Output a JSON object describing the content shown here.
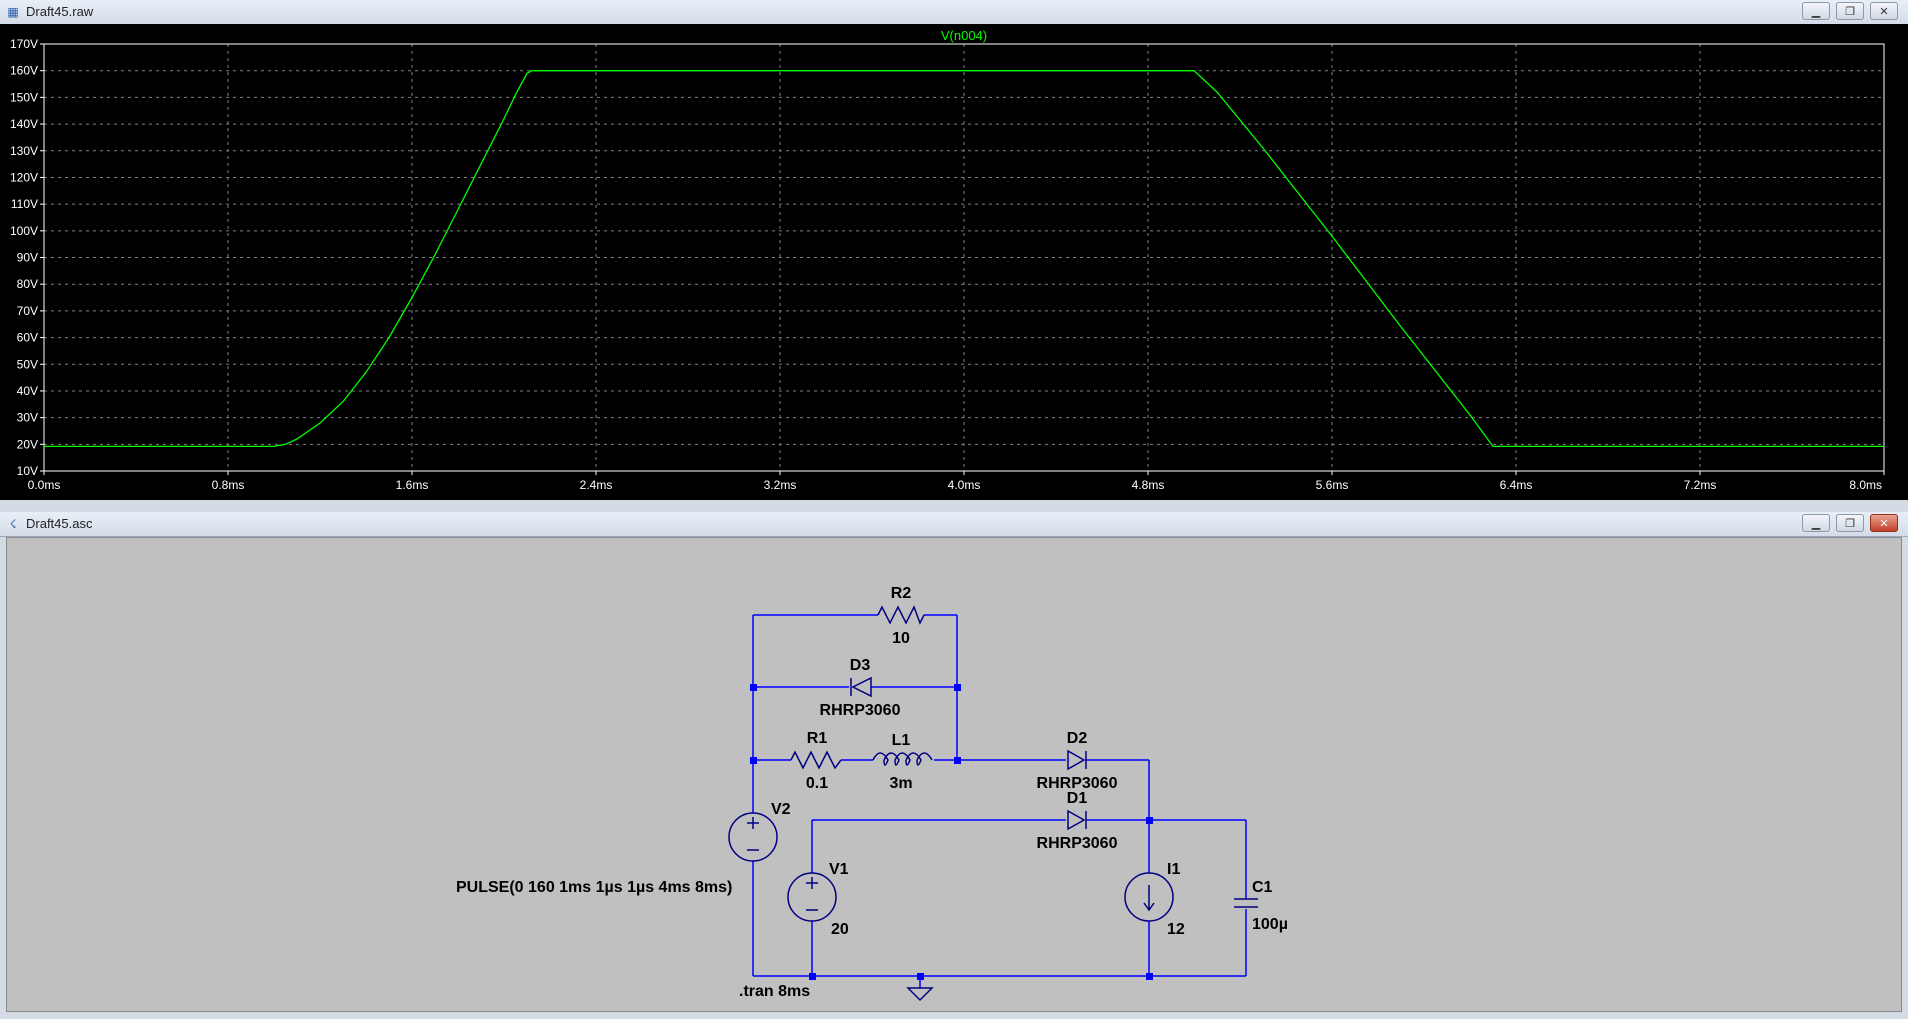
{
  "plot_window": {
    "title": "Draft45.raw",
    "icon": "waveform-icon",
    "trace_label": "V(n004)",
    "trace_color": "#00ff00"
  },
  "schematic_window": {
    "title": "Draft45.asc",
    "icon": "ltspice-icon",
    "labels": {
      "r2_name": "R2",
      "r2_value": "10",
      "d3_name": "D3",
      "d3_model": "RHRP3060",
      "r1_name": "R1",
      "r1_value": "0.1",
      "l1_name": "L1",
      "l1_value": "3m",
      "d2_name": "D2",
      "d2_model": "RHRP3060",
      "d1_name": "D1",
      "d1_model": "RHRP3060",
      "v2_name": "V2",
      "v2_value": "PULSE(0 160 1ms 1µs 1µs 4ms 8ms)",
      "v1_name": "V1",
      "v1_value": "20",
      "i1_name": "I1",
      "i1_value": "12",
      "c1_name": "C1",
      "c1_value": "100µ",
      "directive": ".tran 8ms"
    },
    "wire_color": "#0000ff"
  },
  "window_buttons": {
    "minimize": "minimize-icon",
    "restore": "restore-icon",
    "close": "close-icon"
  },
  "chart_data": {
    "type": "line",
    "title": "V(n004)",
    "xlabel": "",
    "ylabel": "",
    "x_ticks": [
      "0.0ms",
      "0.8ms",
      "1.6ms",
      "2.4ms",
      "3.2ms",
      "4.0ms",
      "4.8ms",
      "5.6ms",
      "6.4ms",
      "7.2ms",
      "8.0ms"
    ],
    "y_ticks": [
      "10V",
      "20V",
      "30V",
      "40V",
      "50V",
      "60V",
      "70V",
      "80V",
      "90V",
      "100V",
      "110V",
      "120V",
      "130V",
      "140V",
      "150V",
      "160V",
      "170V"
    ],
    "xlim": [
      0,
      8
    ],
    "ylim": [
      10,
      170
    ],
    "x_unit": "ms",
    "y_unit": "V",
    "grid": true,
    "series": [
      {
        "name": "V(n004)",
        "color": "#00ff00",
        "points": [
          [
            0,
            19.2
          ],
          [
            1.0,
            19.2
          ],
          [
            1.05,
            20
          ],
          [
            1.1,
            22
          ],
          [
            1.2,
            28
          ],
          [
            1.3,
            36
          ],
          [
            1.4,
            47
          ],
          [
            1.5,
            60
          ],
          [
            1.6,
            75
          ],
          [
            1.7,
            91
          ],
          [
            1.8,
            108
          ],
          [
            1.9,
            125
          ],
          [
            2.0,
            142
          ],
          [
            2.05,
            151
          ],
          [
            2.1,
            159
          ],
          [
            2.12,
            160
          ],
          [
            5.0,
            160
          ],
          [
            5.1,
            152
          ],
          [
            5.3,
            131
          ],
          [
            5.6,
            98
          ],
          [
            5.9,
            64
          ],
          [
            6.1,
            42
          ],
          [
            6.2,
            31
          ],
          [
            6.3,
            19.2
          ],
          [
            8.0,
            19.2
          ]
        ]
      }
    ]
  }
}
